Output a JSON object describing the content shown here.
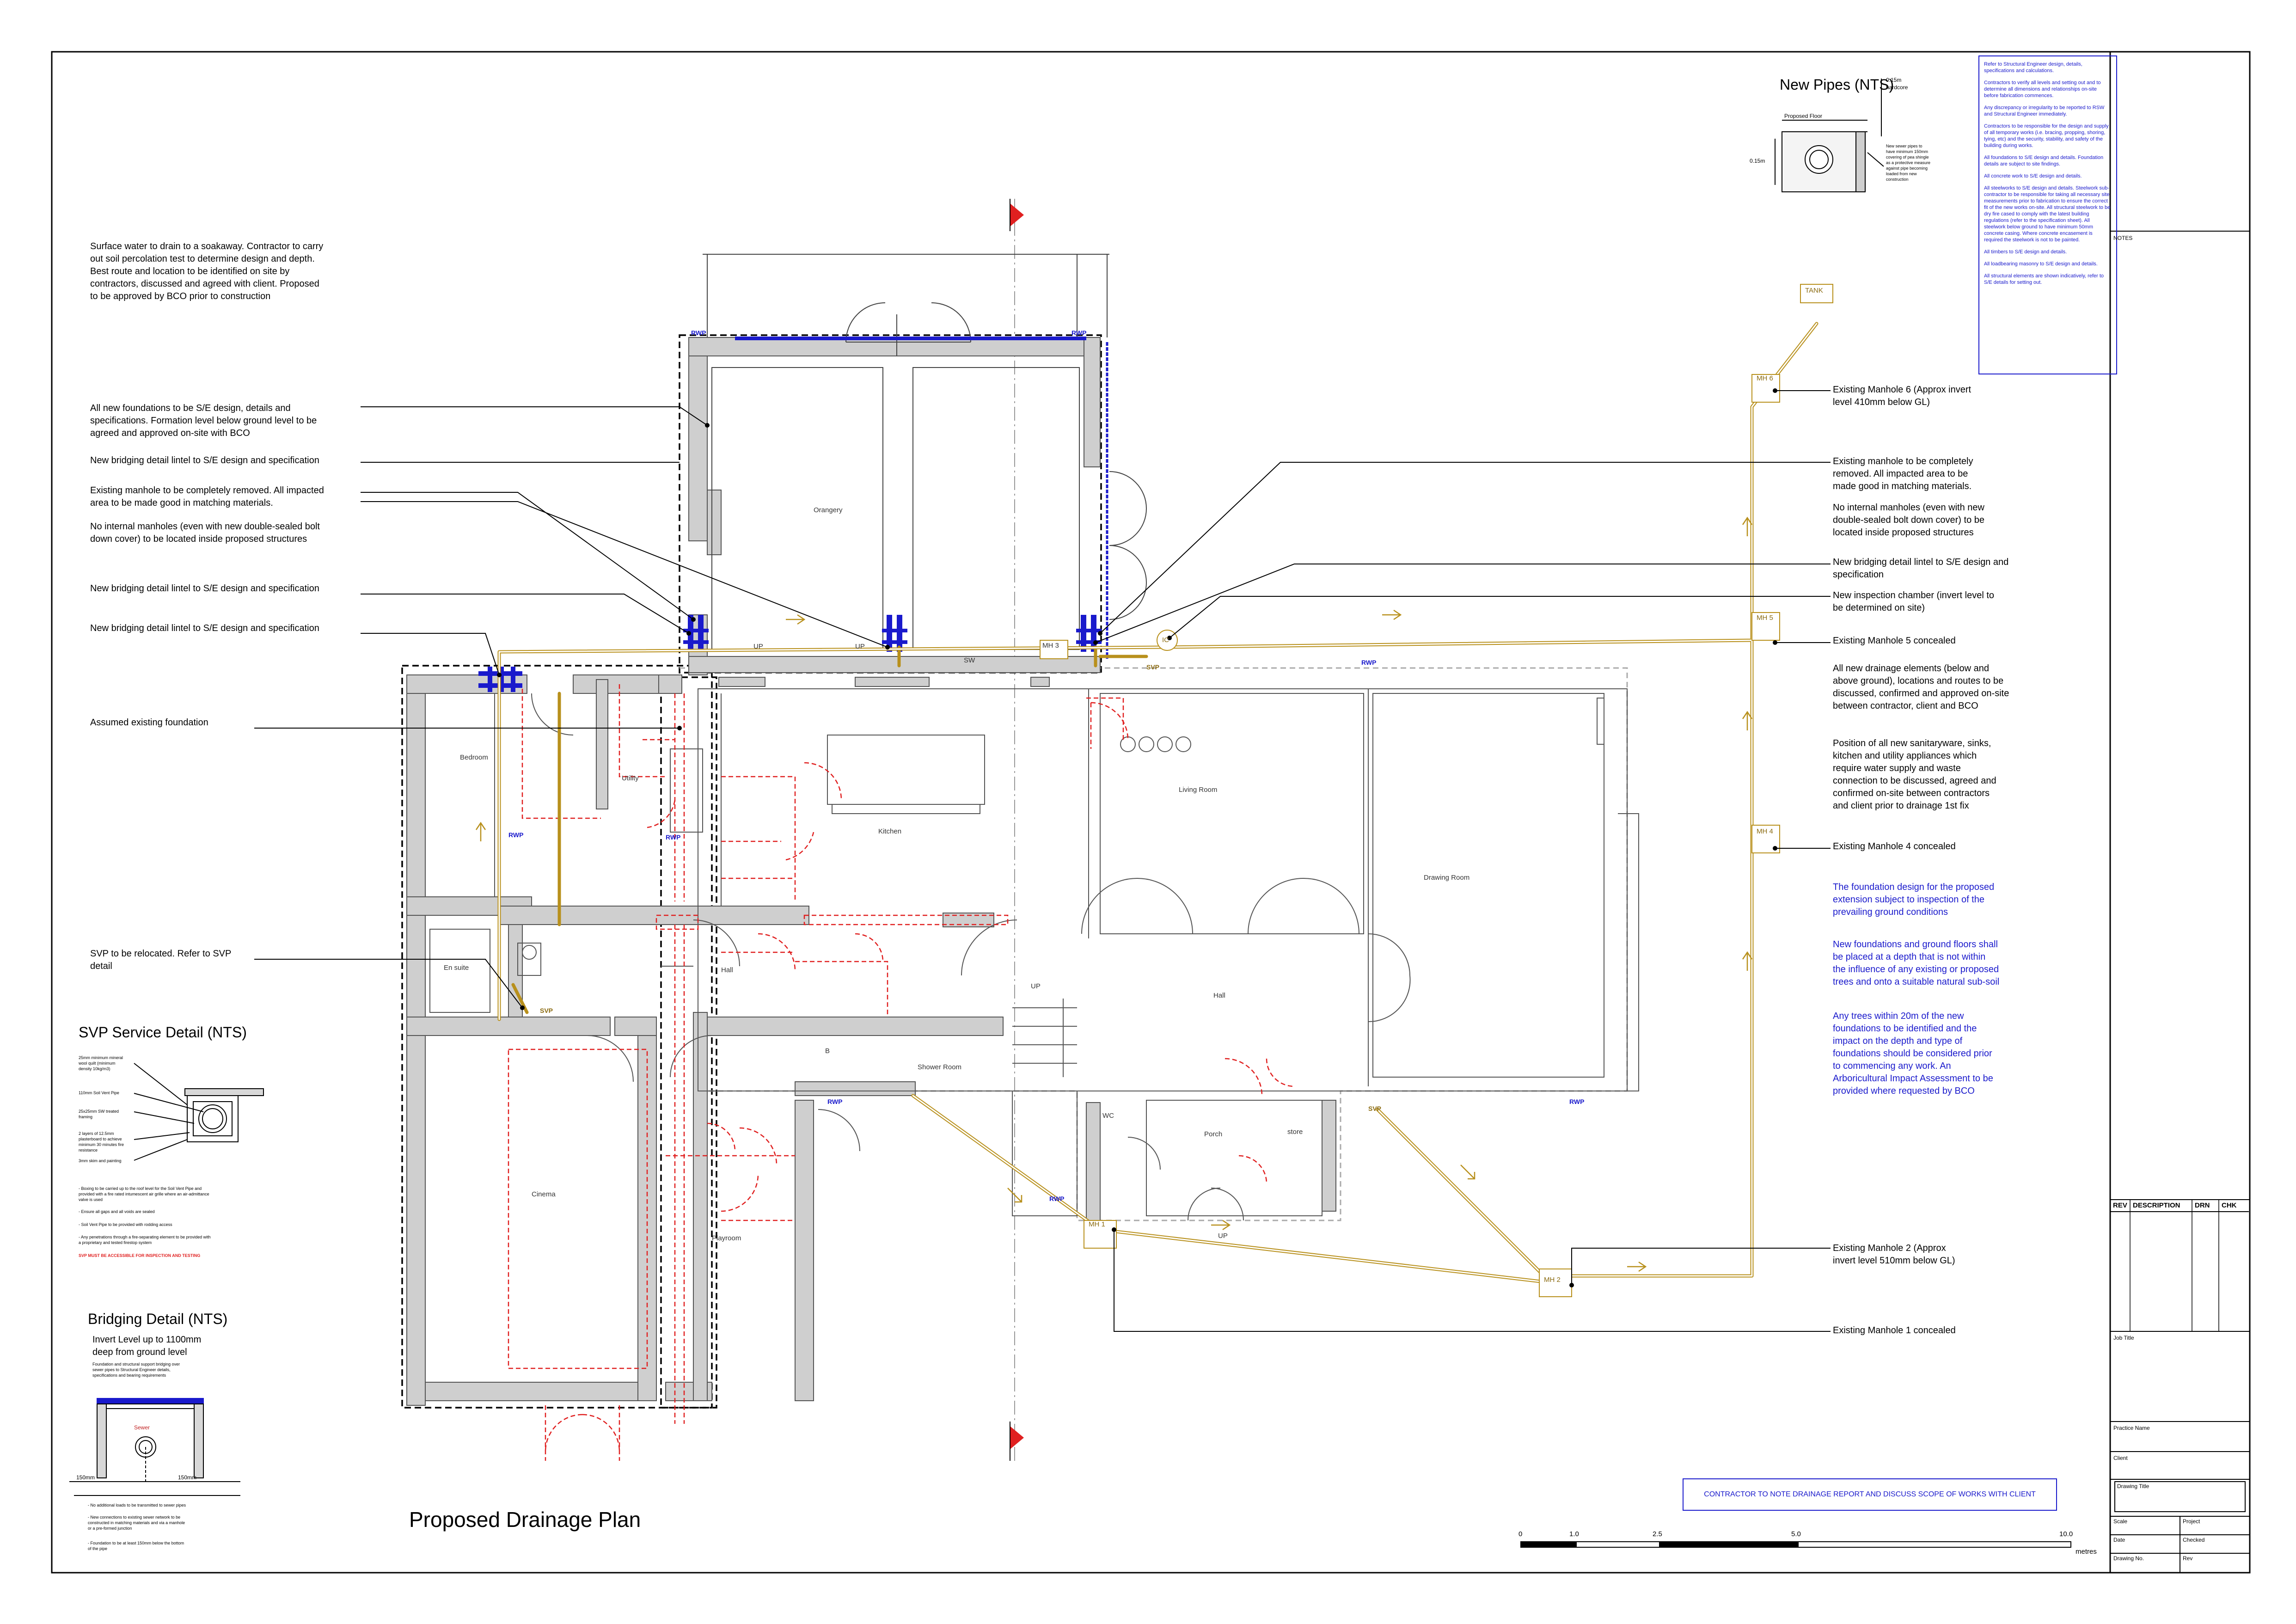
{
  "sheet": {
    "title": "Proposed Drainage Plan"
  },
  "rooms": {
    "orangery": "Orangery",
    "bedroom": "Bedroom",
    "utility": "Utility",
    "kitchen": "Kitchen",
    "living_room": "Living Room",
    "drawing_room": "Drawing Room",
    "hall_main": "Hall",
    "hall_small": "Hall",
    "en_suite": "En suite",
    "cinema": "Cinema",
    "playroom": "Playroom",
    "shower_room": "Shower Room",
    "wc": "WC",
    "porch": "Porch",
    "store": "store",
    "b": "B"
  },
  "labels": {
    "rwp": "RWP",
    "svp": "SVP",
    "sw": "SW",
    "up": "UP",
    "ic": "IC",
    "tank": "TANK",
    "mh1": "MH 1",
    "mh2": "MH 2",
    "mh3": "MH 3",
    "mh4": "MH 4",
    "mh5": "MH 5",
    "mh6": "MH 6"
  },
  "left_notes": {
    "surface_water": "Surface water to drain to a soakaway. Contractor to carry\nout soil percolation test to determine design and depth.\nBest route and location to be identified on site by\ncontractors, discussed and agreed with client. Proposed\nto be approved by BCO prior to construction",
    "foundations": "All new foundations to be S/E design, details and\nspecifications. Formation level below ground level to be\nagreed and approved on-site with BCO",
    "bridging_1": "New bridging detail lintel to S/E design and specification",
    "manhole_removed": "Existing manhole to be completely removed. All impacted\narea to be made good in matching materials.",
    "no_internal": "No internal manholes (even with new double-sealed bolt\ndown cover) to be located inside proposed structures",
    "bridging_2": "New bridging detail lintel to S/E design and specification",
    "bridging_3": "New bridging detail lintel to S/E design and specification",
    "assumed": "Assumed existing foundation",
    "svp_relocated": "SVP to be relocated. Refer to SVP\ndetail"
  },
  "right_notes": {
    "mh6": "Existing Manhole 6 (Approx invert\nlevel 410mm below GL)",
    "manhole_removed": "Existing manhole to be completely\nremoved. All impacted area to be\nmade good in matching materials.",
    "no_internal": "No internal manholes (even with new\ndouble-sealed bolt down cover) to be\nlocated inside proposed structures",
    "bridging": "New bridging detail lintel to S/E design and\nspecification",
    "inspection": "New inspection chamber (invert level to\nbe determined on site)",
    "mh5": "Existing Manhole 5 concealed",
    "drainage_elements": "All new drainage elements (below and\nabove ground), locations and routes to be\ndiscussed, confirmed and approved on-site\nbetween contractor, client and BCO",
    "sanitaryware": "Position of all new sanitaryware, sinks,\nkitchen and utility appliances which\nrequire water supply and waste\nconnection to be discussed, agreed and\nconfirmed on-site between contractors\nand client prior to drainage 1st fix",
    "mh4": "Existing Manhole 4 concealed",
    "foundation_design": "The foundation design for the proposed\nextension subject to inspection of the\nprevailing ground conditions",
    "new_foundations": "New foundations and ground floors shall\nbe placed at a depth that is not within\nthe influence of any existing or proposed\ntrees and onto a suitable natural sub-soil",
    "trees": "Any trees within 20m of the new\nfoundations to be identified and the\nimpact on the depth and type of\nfoundations should be considered prior\nto commencing any work. An\nArboricultural Impact Assessment to be\nprovided where requested by BCO",
    "mh2": "Existing Manhole 2 (Approx\ninvert level 510mm below GL)",
    "mh1": "Existing Manhole 1 concealed"
  },
  "new_pipes": {
    "title": "New Pipes (NTS)",
    "proposed_floor": "Proposed Floor",
    "dim_hardcore": "0.15m\nhardcore",
    "dim_left": "0.15m",
    "note": "New sewer pipes to\nhave minimum 150mm\ncovering of pea shingle\nas a protective measure\nagainst pipe becoming\nloaded from new\nconstruction"
  },
  "svp_detail": {
    "title": "SVP Service Detail (NTS)",
    "callouts": [
      "25mm minimum mineral\nwool quilt (minimum\ndensity 10kg/m3)",
      "110mm Soil Vent Pipe",
      "25x25mm SW treated\nframing",
      "2 layers of 12.5mm\nplasterboard to achieve\nminimum 30 minutes fire\nresistance",
      "3mm skim and painting"
    ],
    "notes": [
      "- Boxing to be carried up to the roof level for the Soil Vent Pipe and\nprovided with a fire rated intumescent air grille where an air-admittance\nvalve is used",
      "- Ensure all gaps and all voids are sealed",
      "- Soil Vent Pipe to be provided with rodding access",
      "- Any penetrations through a fire-separating element to be provided with\na proprietary and tested firestop system"
    ],
    "warning": "SVP MUST BE ACCESSIBLE FOR INSPECTION AND TESTING"
  },
  "bridging_detail": {
    "title": "Bridging Detail (NTS)",
    "subtitle": "Invert Level up to 1100mm\ndeep from ground level",
    "note": "Foundation and structural support bridging over\nsewer pipes to Structural Engineer details,\nspecifications and bearing requirements",
    "sewer": "Sewer",
    "dim_left": "150mm",
    "dim_right": "150mm",
    "notes": [
      "- No additional loads to be transmitted to sewer pipes",
      "- New connections to existing sewer network to be\nconstructed in matching materials and via a manhole\nor a pre-formed junction",
      "- Foundation to be at least 150mm below the bottom\nof the pipe"
    ]
  },
  "spec_box": [
    "Refer to Structural Engineer design, details, specifications and calculations.",
    "Contractors to verify all levels and setting out and to determine all dimensions and relationships on-site before fabrication commences.",
    "Any discrepancy or irregularity to be reported to RSW and Structural Engineer immediately.",
    "Contractors to be responsible for the design and supply of all temporary works (i.e. bracing, propping, shoring, tying, etc) and the security, stability, and safety of the building during works.",
    "All foundations to S/E design and details. Foundation details are subject to site findings.",
    "All concrete work to S/E design and details.",
    "All steelworks to S/E design and details. Steelwork sub-contractor to be responsible for taking all necessary site measurements prior to fabrication to ensure the correct fit of the new works on-site. All structural steelwork to be dry fire cased to comply with the latest building regulations (refer to the specification sheet). All steelwork below ground to have minimum 50mm concrete casing. Where concrete encasement is required the steelwork is not to be painted.",
    "All timbers to S/E design and details.",
    "All loadbearing masonry to S/E design and details.",
    "All structural elements are shown indicatively, refer to S/E details for setting out."
  ],
  "contractor_note": "CONTRACTOR TO NOTE DRAINAGE REPORT AND DISCUSS SCOPE OF WORKS WITH CLIENT",
  "scale_bar": {
    "ticks": [
      "0",
      "1.0",
      "2.5",
      "5.0",
      "10.0"
    ],
    "unit": "metres"
  },
  "title_block": {
    "notes_label": "NOTES",
    "rev_headers": [
      "REV",
      "DESCRIPTION",
      "DRN",
      "CHK"
    ],
    "job_title": "Job Title",
    "practice_name": "Practice Name",
    "client": "Client",
    "drawing_title": "Drawing Title",
    "scale": "Scale",
    "project": "Project",
    "date": "Date",
    "checked": "Checked",
    "drawing_no": "Drawing No.",
    "rev": "Rev"
  },
  "colors": {
    "blue": "#1a1acc",
    "drain": "#b8901c",
    "red": "#e02020",
    "wall": "#b8b8b8"
  }
}
